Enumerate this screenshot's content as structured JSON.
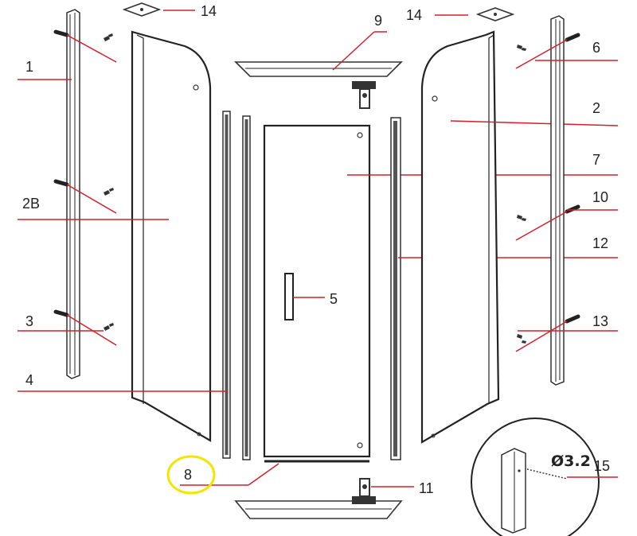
{
  "diagram": {
    "labels": {
      "p1": "1",
      "p2": "2",
      "p2b": "2B",
      "p3": "3",
      "p4": "4",
      "p5": "5",
      "p6": "6",
      "p7": "7",
      "p8": "8",
      "p9": "9",
      "p10": "10",
      "p11": "11",
      "p12": "12",
      "p13": "13",
      "p14_left": "14",
      "p14_right": "14",
      "p15": "15"
    },
    "detail_dimension": "Ø3.2",
    "colors": {
      "leader": "#d4202a",
      "highlight": "#f2e600",
      "outline": "#222222"
    }
  }
}
